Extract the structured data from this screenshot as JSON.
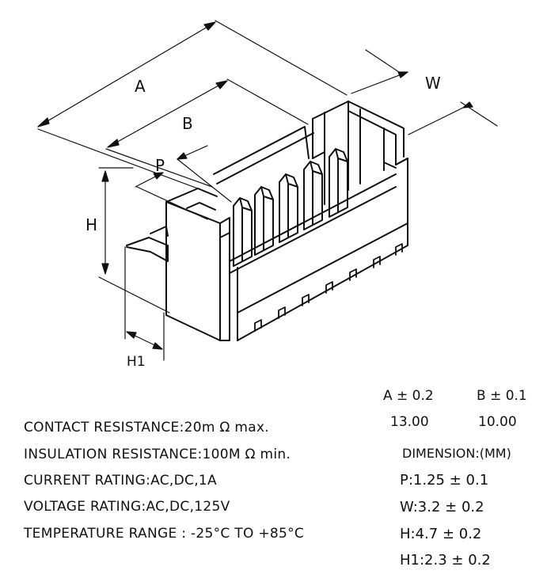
{
  "drawing": {
    "labels": {
      "a": "A",
      "b": "B",
      "p": "P",
      "w": "W",
      "h": "H",
      "h1": "H1"
    }
  },
  "tolerance_table": {
    "header_a": "A ± 0.2",
    "header_b": "B ± 0.1",
    "value_a": "13.00",
    "value_b": "10.00"
  },
  "specs": {
    "contact_resistance": "CONTACT RESISTANCE:20m Ω max.",
    "insulation_resistance": "INSULATION RESISTANCE:100M Ω min.",
    "current_rating": "CURRENT RATING:AC,DC,1A",
    "voltage_rating": "VOLTAGE RATING:AC,DC,125V",
    "temperature_range": "TEMPERATURE RANGE : -25°C TO +85°C"
  },
  "dimensions": {
    "title": "DIMENSION:(MM)",
    "p": "P:1.25 ± 0.1",
    "w": "W:3.2 ± 0.2",
    "h": "H:4.7 ± 0.2",
    "h1": "H1:2.3 ± 0.2"
  }
}
